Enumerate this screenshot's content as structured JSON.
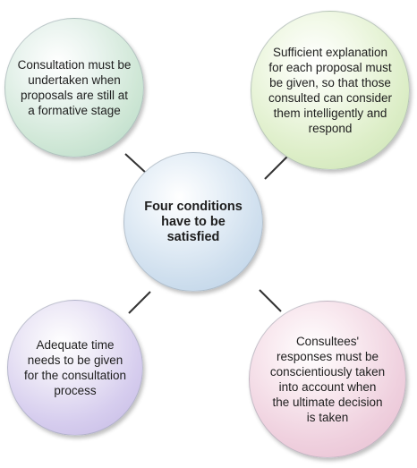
{
  "diagram": {
    "center": {
      "text": "Four conditions have to be satisfied"
    },
    "top_left": {
      "text": "Consultation must be undertaken when proposals are still at a formative stage"
    },
    "top_right": {
      "text": "Sufficient explanation for each proposal must be given, so that those consulted can consider them intelligently and respond"
    },
    "bottom_left": {
      "text": "Adequate time needs to be given for the consultation process"
    },
    "bottom_right": {
      "text": "Consultees' responses must be conscientiously taken into account when the ultimate decision is taken"
    }
  },
  "colors": {
    "connector": "#333333"
  }
}
